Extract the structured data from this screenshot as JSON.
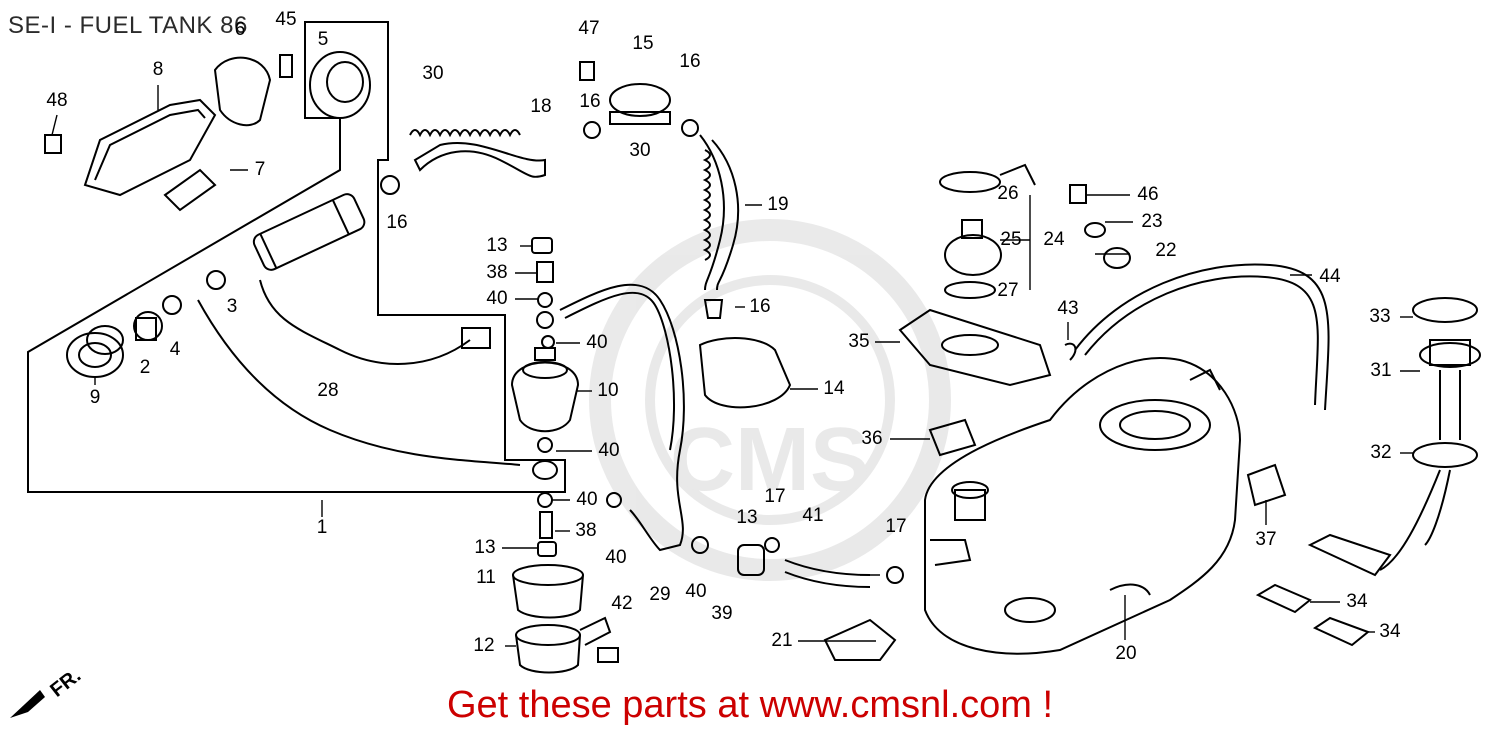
{
  "title": "SE-I - FUEL TANK 86",
  "footer": "Get these parts at www.cmsnl.com !",
  "direction_label": "FR.",
  "watermark": "CMS",
  "colors": {
    "footer": "#cc0000",
    "lines": "#000000",
    "watermark": "#e8e8e8"
  },
  "part_labels": [
    "1",
    "2",
    "3",
    "4",
    "5",
    "6",
    "7",
    "8",
    "9",
    "10",
    "11",
    "12",
    "13",
    "13",
    "13",
    "14",
    "15",
    "16",
    "16",
    "16",
    "16",
    "17",
    "17",
    "18",
    "19",
    "20",
    "21",
    "22",
    "23",
    "24",
    "25",
    "26",
    "27",
    "28",
    "29",
    "30",
    "30",
    "31",
    "32",
    "33",
    "34",
    "34",
    "35",
    "36",
    "37",
    "38",
    "38",
    "39",
    "40",
    "40",
    "40",
    "40",
    "40",
    "40",
    "41",
    "42",
    "43",
    "44",
    "45",
    "46",
    "47",
    "48"
  ]
}
